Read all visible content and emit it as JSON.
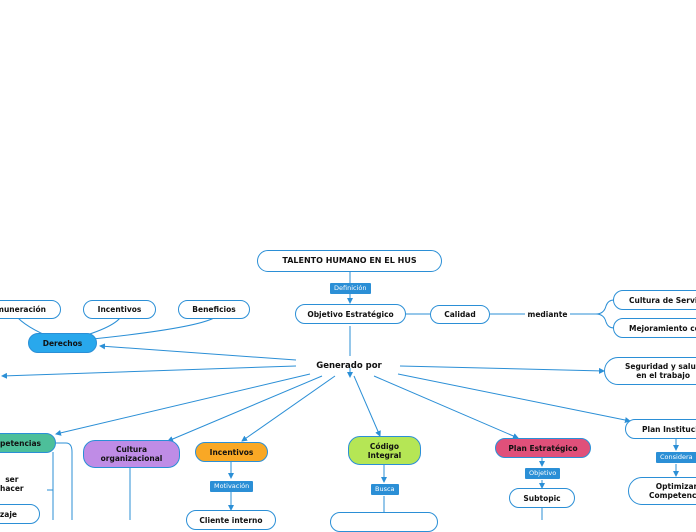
{
  "nodes": {
    "root": "TALENTO HUMANO EN EL HUS",
    "objetivo": "Objetivo Estratégico",
    "calidad": "Calidad",
    "mediante": "mediante",
    "cultura_servicio": "Cultura de Servic",
    "mejoramiento": "Mejoramiento con",
    "generado": "Generado por",
    "seguridad": "Seguridad y salud\nen el trabajo",
    "derechos": "Derechos",
    "remuneracion": "muneración",
    "incentivos_top": "Incentivos",
    "beneficios": "Beneficios",
    "competencias": "mpetencias",
    "ser_hacer": "ser\nhacer",
    "aprendizaje": "zaje",
    "cultura_org": "Cultura\norganizacional",
    "incentivos": "Incentivos",
    "cliente": "Cliente interno",
    "codigo": "Código\nIntegral",
    "plan_estrategico": "Plan Estratégico",
    "subtopic": "Subtopic",
    "plan_institucional": "Plan Institucio",
    "optimizar": "Optimizar\nCompetencia"
  },
  "tags": {
    "definicion": "Definición",
    "motivacion": "Motivación",
    "busca": "Busca",
    "objetivo": "Objetivo",
    "considera": "Considera"
  },
  "colors": {
    "line": "#2b8fd6",
    "derechos": "#29a8ec",
    "competencias": "#4dbf9a",
    "cultura_org": "#bf8ce6",
    "incentivos": "#f9a825",
    "codigo": "#b5e655",
    "plan_estrategico": "#e0507a"
  }
}
